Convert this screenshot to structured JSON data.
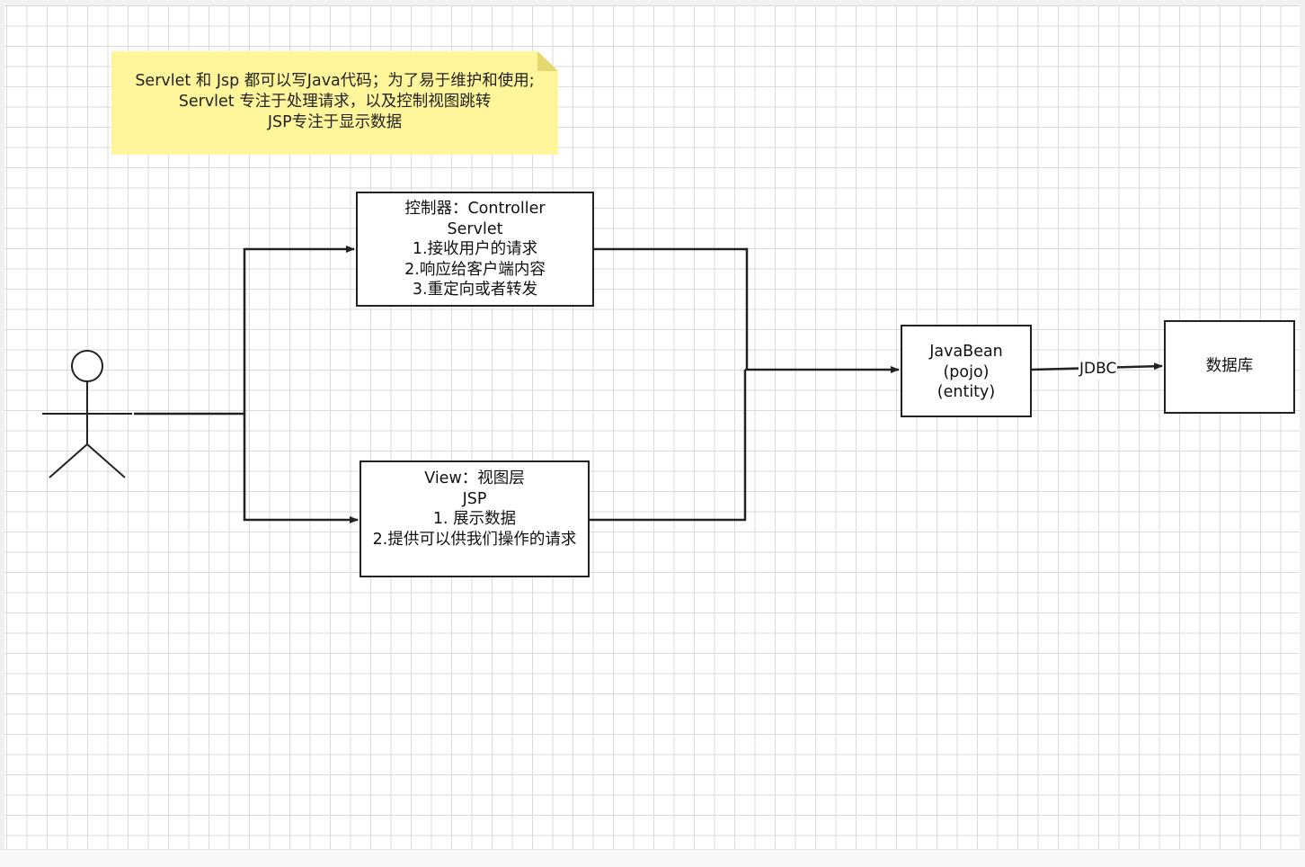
{
  "note": {
    "lines": [
      "Servlet 和 Jsp  都可以写Java代码；为了易于维护和使用;",
      "Servlet 专注于处理请求，以及控制视图跳转",
      "JSP专注于显示数据"
    ]
  },
  "controller": {
    "lines": [
      "控制器：Controller",
      "Servlet",
      "1.接收用户的请求",
      "2.响应给客户端内容",
      "3.重定向或者转发"
    ]
  },
  "view": {
    "lines": [
      "View：视图层",
      "JSP",
      "1. 展示数据",
      "2.提供可以供我们操作的请求"
    ]
  },
  "javabean": {
    "lines": [
      "JavaBean",
      "(pojo)",
      "(entity)"
    ]
  },
  "database": {
    "label": "数据库"
  },
  "edge_label": "JDBC",
  "colors": {
    "line": "#222222",
    "note_fill": "#fff59a",
    "grid": "#dadada"
  }
}
